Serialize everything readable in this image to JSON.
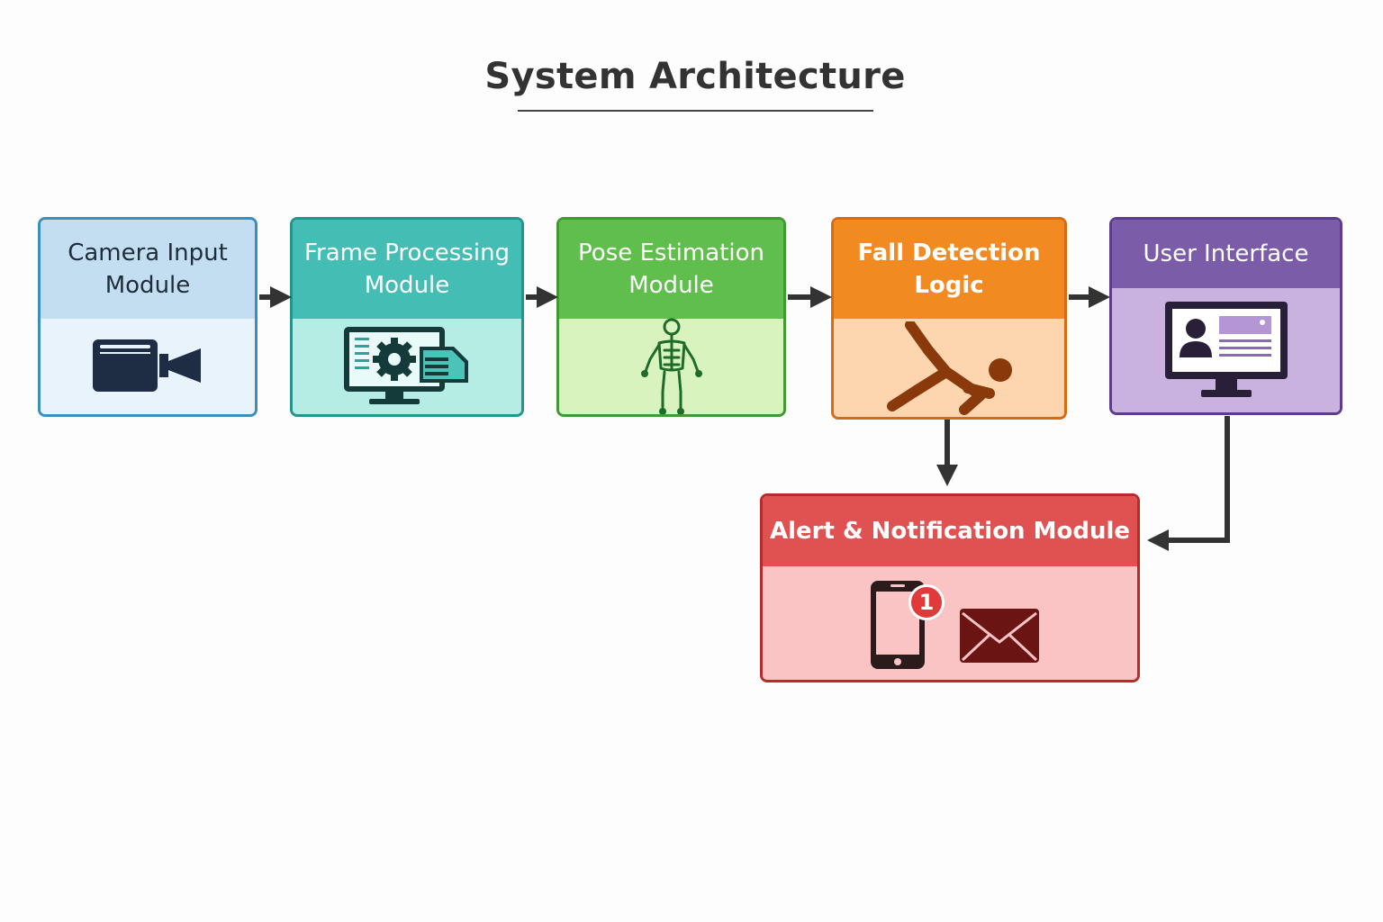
{
  "title": "System Architecture",
  "modules": {
    "camera": {
      "label": "Camera Input Module",
      "icon": "video-camera-icon",
      "border": "#3a8fc0",
      "head_bg": "#c3def0",
      "body_bg": "#e8f3fb",
      "text": "#1f2d3a"
    },
    "frame": {
      "label": "Frame Processing Module",
      "icon": "monitor-gear-icon",
      "border": "#24958c",
      "head_bg": "#44bdb4",
      "body_bg": "#b5ece4",
      "text": "#ffffff"
    },
    "pose": {
      "label": "Pose Estimation Module",
      "icon": "human-skeleton-icon",
      "border": "#3f9a32",
      "head_bg": "#5fbe4c",
      "body_bg": "#d8f3bd",
      "text": "#ffffff"
    },
    "fall": {
      "label": "Fall Detection Logic",
      "icon": "falling-person-icon",
      "border": "#d86a14",
      "head_bg": "#f28a22",
      "body_bg": "#fdd6b0",
      "text": "#ffffff"
    },
    "ui": {
      "label": "User Interface",
      "icon": "monitor-profile-icon",
      "border": "#5e3c8c",
      "head_bg": "#7b5ca8",
      "body_bg": "#c9b2e0",
      "text": "#ffffff"
    },
    "alert": {
      "label": "Alert & Notification Module",
      "icons": [
        "smartphone-notification-icon",
        "envelope-icon"
      ],
      "badge": "1",
      "border": "#b82a2c",
      "head_bg": "#e05252",
      "body_bg": "#fbc4c4",
      "text": "#ffffff"
    }
  },
  "arrow_color": "#333333"
}
